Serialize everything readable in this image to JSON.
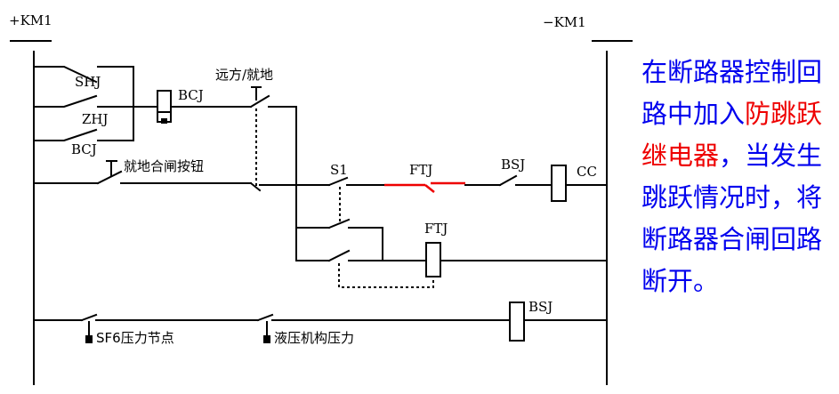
{
  "rails": {
    "positive": "+KM1",
    "negative": "−KM1"
  },
  "labels": {
    "shj": "SHJ",
    "zhj": "ZHJ",
    "bcj_contact": "BCJ",
    "bcj_coil": "BCJ",
    "remote_local": "远方/就地",
    "local_close_button": "就地合闸按钮",
    "s1": "S1",
    "ftj_contact": "FTJ",
    "bsj_contact": "BSJ",
    "cc": "CC",
    "ftj_coil": "FTJ",
    "bsj_coil": "BSJ",
    "sf6": "SF6压力节点",
    "hydraulic": "液压机构压力"
  },
  "colors": {
    "text": "#0000ee",
    "highlight": "#ee0000",
    "ftj_contact_line": "#ee0000"
  },
  "side_text": {
    "part1": "在断路器控制回路中加入",
    "highlight": "防跳跃继电器",
    "part2": "，当发生跳跃情况时，将断路器合闸回路断开。"
  }
}
